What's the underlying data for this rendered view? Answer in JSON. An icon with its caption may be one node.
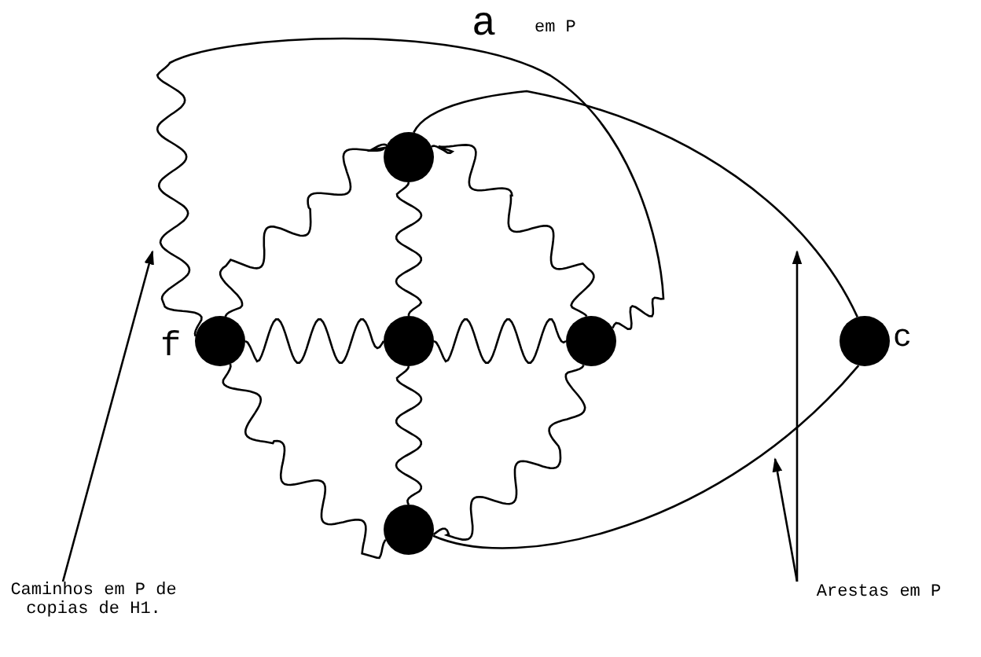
{
  "diagram": {
    "nodes": [
      {
        "text": [],
        "shape": "circle"
      },
      {
        "text": [],
        "shape": "circle",
        "beside": [
          "f"
        ]
      },
      {
        "text": [],
        "shape": "circle"
      },
      {
        "text": [],
        "shape": "circle"
      },
      {
        "text": [],
        "shape": "circle"
      },
      {
        "text": [],
        "shape": "circle",
        "beside": [
          "c"
        ]
      },
      {
        "text": [
          "Caminhos em P de copias de H1."
        ]
      },
      {
        "text": [
          "Arestas em P"
        ]
      }
    ],
    "edges": [
      {
        "from": 0,
        "to": 2,
        "arrow": "none"
      },
      {
        "from": 1,
        "to": 2,
        "arrow": "none"
      },
      {
        "from": 2,
        "to": 3,
        "arrow": "none"
      },
      {
        "from": 2,
        "to": 4,
        "arrow": "none"
      },
      {
        "from": 1,
        "to": 0,
        "arrow": "none"
      },
      {
        "from": 0,
        "to": 3,
        "arrow": "none"
      },
      {
        "from": 1,
        "to": 4,
        "arrow": "none"
      },
      {
        "from": 3,
        "to": 4,
        "arrow": "none"
      },
      {
        "from": 1,
        "to": 3,
        "arrow": "none"
      },
      {
        "from": 0,
        "to": 5,
        "arrow": "none"
      },
      {
        "from": 4,
        "to": 5,
        "arrow": "none"
      },
      {
        "from": 6,
        "to": null,
        "arrow": "to"
      },
      {
        "from": 7,
        "to": null,
        "arrow": "to"
      },
      {
        "from": 7,
        "to": null,
        "arrow": "to"
      }
    ],
    "labels": [
      "a",
      "em P"
    ]
  }
}
